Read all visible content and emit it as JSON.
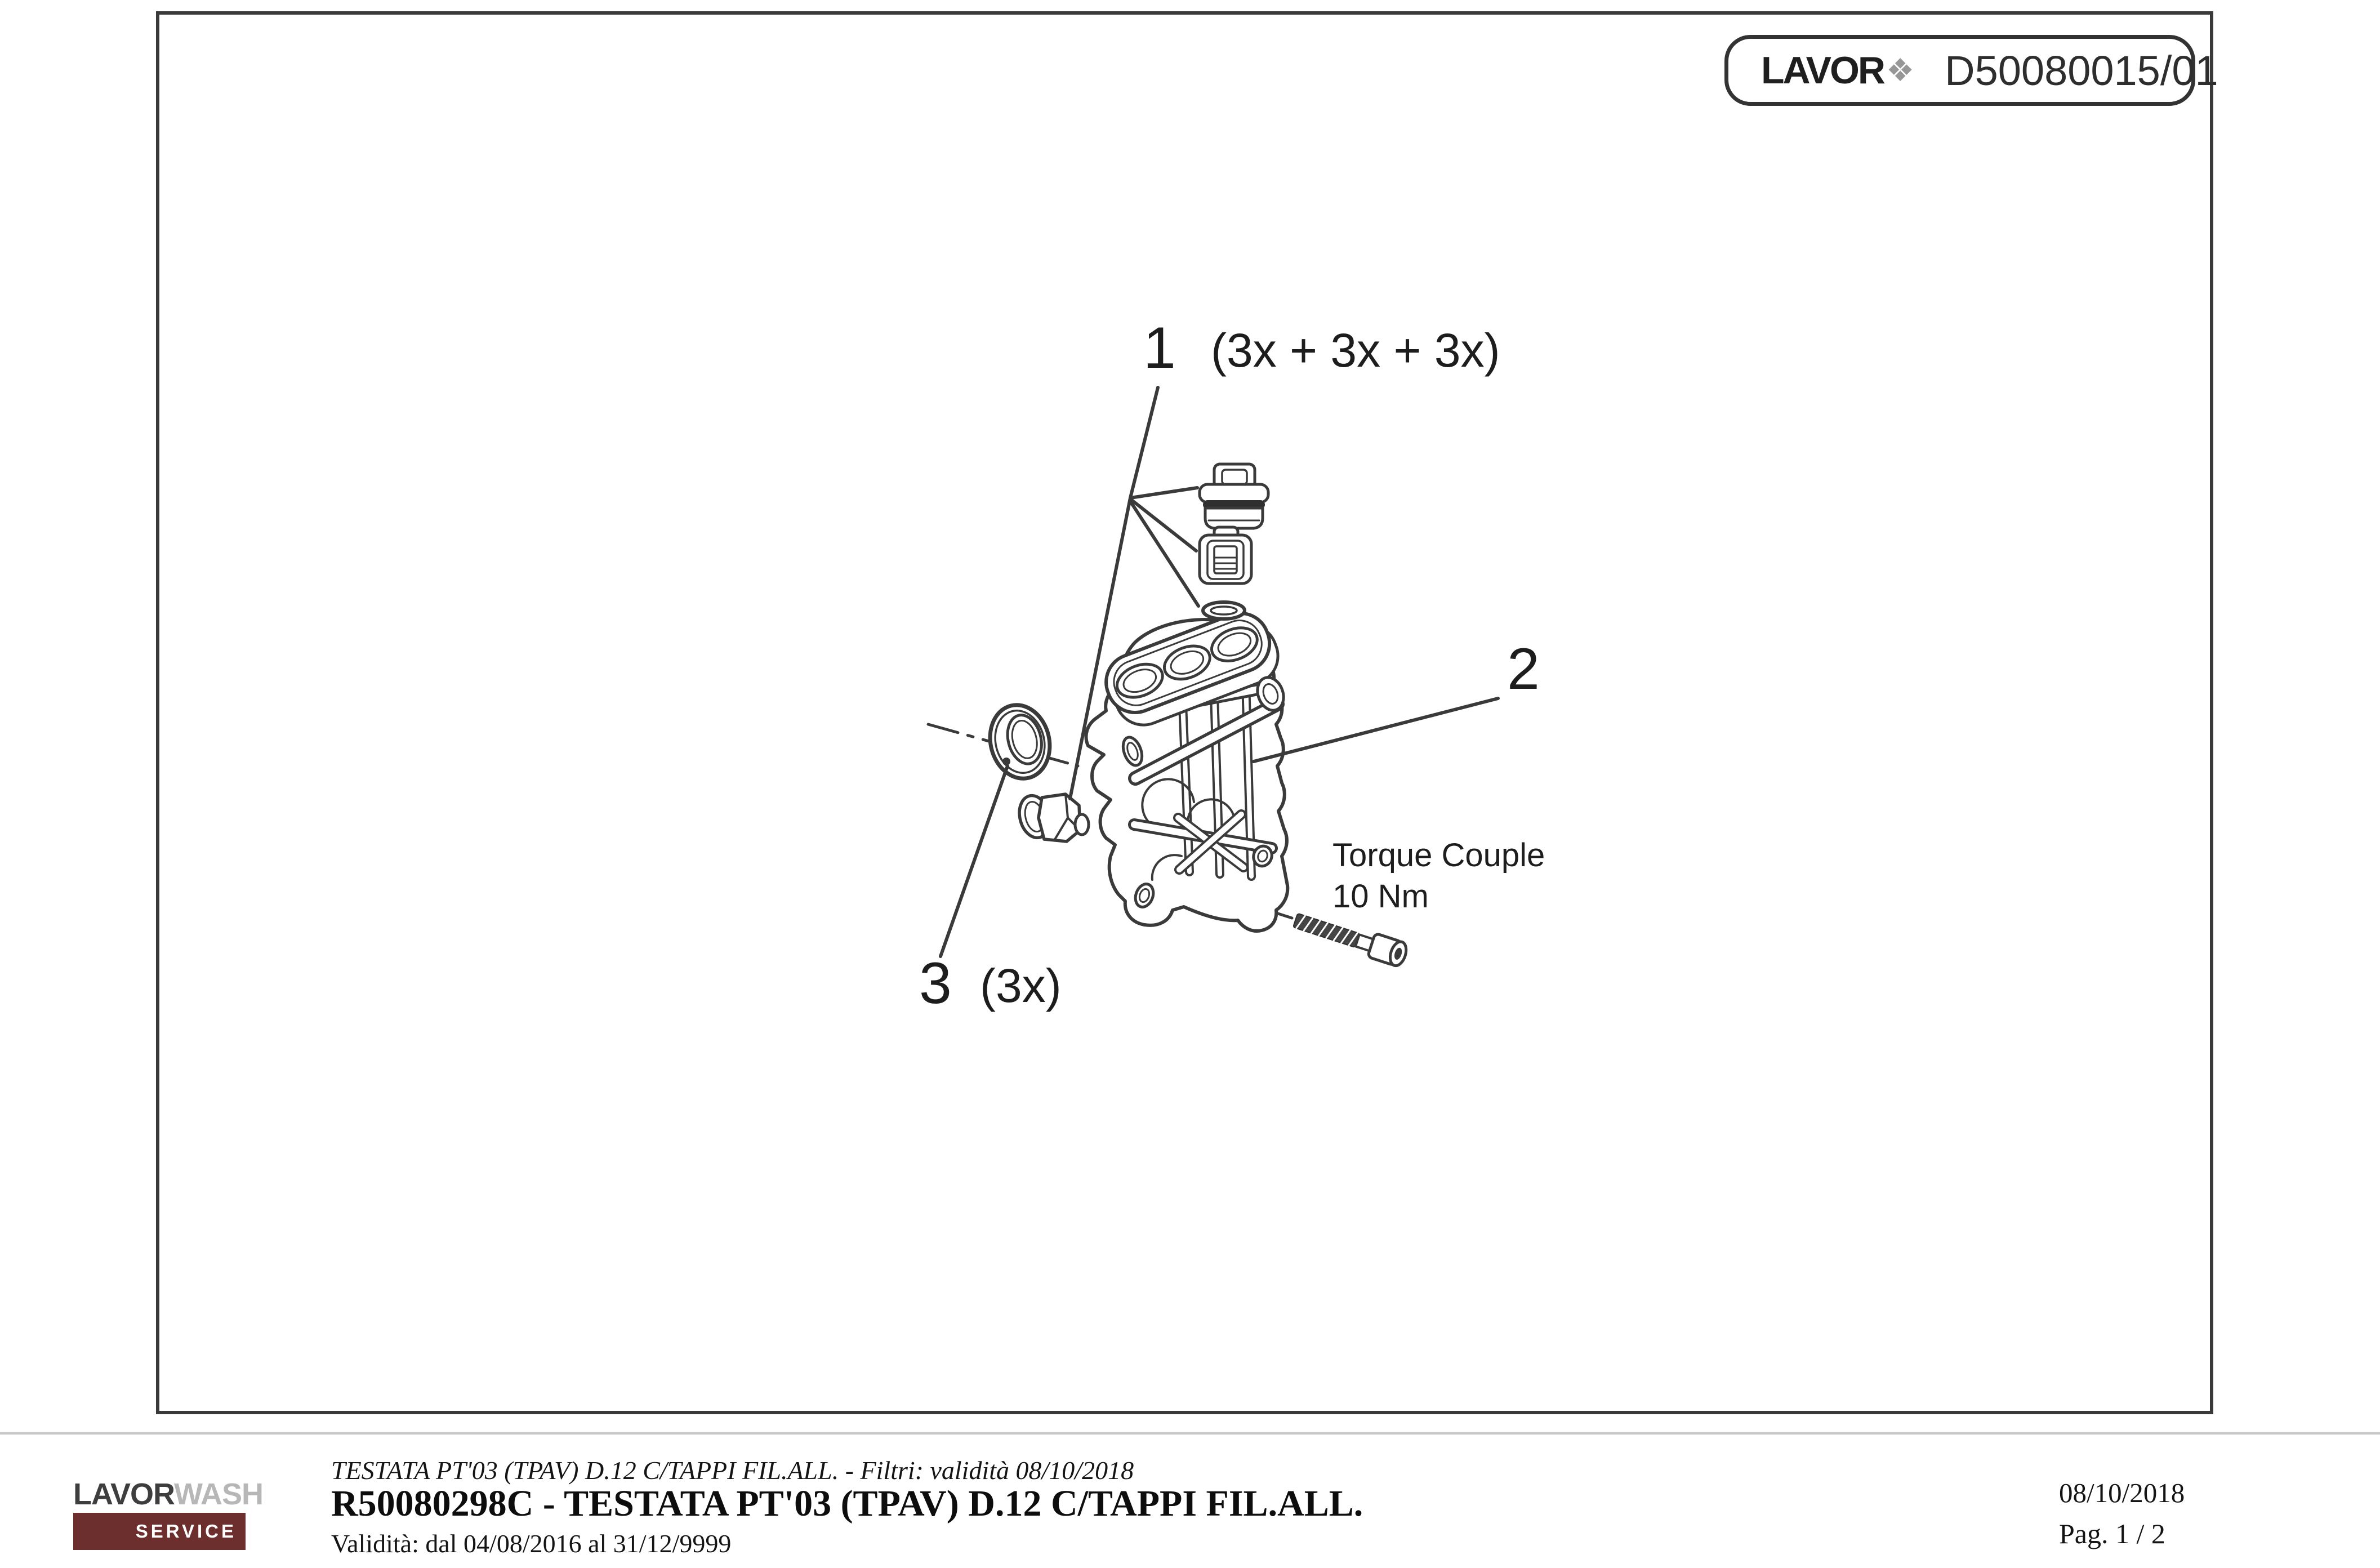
{
  "badge": {
    "brand": "LAVOR",
    "doc_number": "D50080015/01"
  },
  "icons": {
    "diamond": "❖"
  },
  "diagram": {
    "part1": {
      "number": "1",
      "qty": "(3x + 3x + 3x)"
    },
    "part2": {
      "number": "2"
    },
    "part3": {
      "number": "3",
      "qty": "(3x)"
    },
    "torque_line1": "Torque Couple",
    "torque_line2": "10 Nm"
  },
  "footer": {
    "brand_dark": "LAVOR",
    "brand_light": "WASH",
    "service": "SERVICE",
    "subtitle": "TESTATA PT'03 (TPAV) D.12 C/TAPPI FIL.ALL. - Filtri: validità 08/10/2018",
    "title": "R50080298C - TESTATA PT'03 (TPAV) D.12 C/TAPPI FIL.ALL.",
    "validity": "Validità: dal 04/08/2016 al 31/12/9999",
    "date": "08/10/2018",
    "page": "Pag. 1 / 2"
  },
  "colors": {
    "line": "#3a3a3a",
    "maroon": "#6d2e2e",
    "brand_light_gray": "#b7b7b7",
    "diamond_gray": "#979797",
    "separator": "#c6c6c6"
  }
}
